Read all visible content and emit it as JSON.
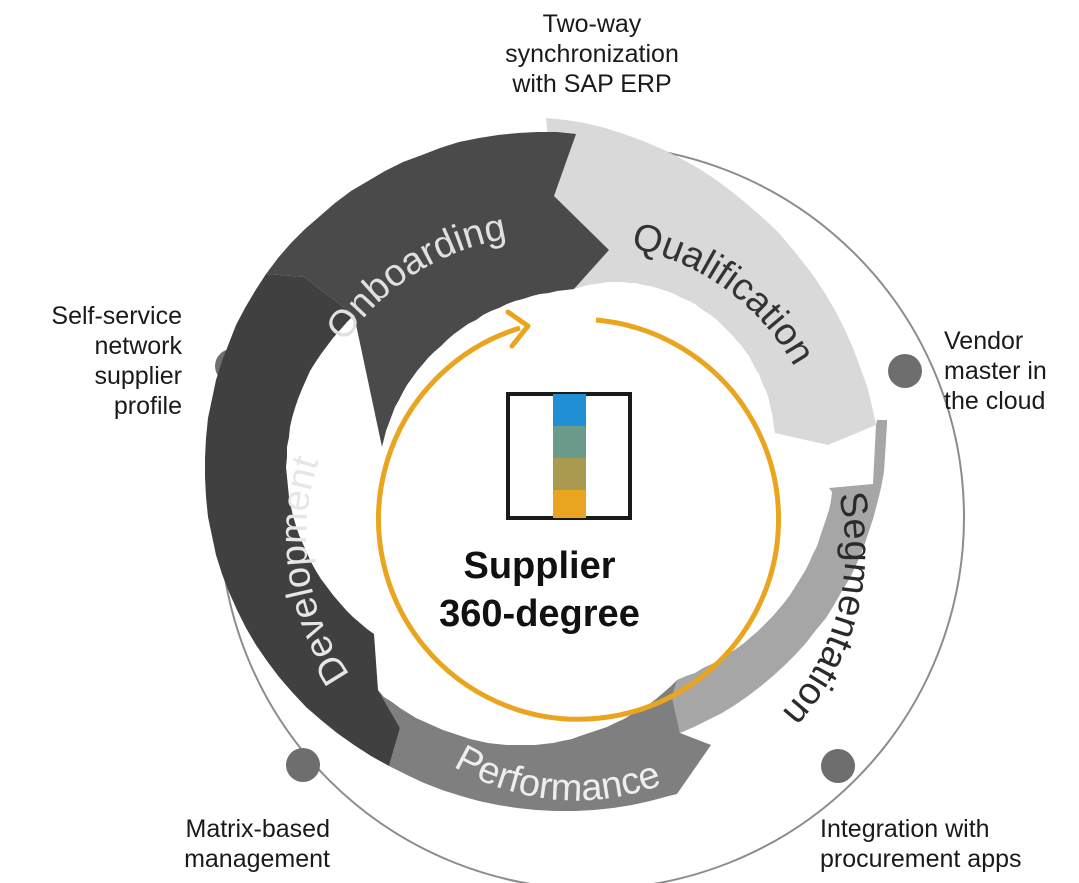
{
  "center": {
    "title_line1": "Supplier",
    "title_line2": "360-degree",
    "icon": "supplier-bar-icon",
    "icon_colors": [
      "#1f8fd6",
      "#6c9a8a",
      "#a89a4e",
      "#e9a51f"
    ]
  },
  "cycle_color": "#e9a51f",
  "phases": [
    {
      "label": "Onboarding",
      "color": "#4a4a4a",
      "text_color": "#e0e0e0"
    },
    {
      "label": "Qualification",
      "color": "#d9d9d9",
      "text_color": "#333333"
    },
    {
      "label": "Segmentation",
      "color": "#a6a6a6",
      "text_color": "#2a2a2a"
    },
    {
      "label": "Performance",
      "color": "#7f7f7f",
      "text_color": "#eeeeee"
    },
    {
      "label": "Development",
      "color": "#404040",
      "text_color": "#e6e6e6"
    }
  ],
  "outer_points": [
    {
      "id": "top",
      "lines": [
        "Two-way",
        "synchronization",
        "with SAP ERP"
      ]
    },
    {
      "id": "right",
      "lines": [
        "Vendor",
        "master in",
        "the cloud"
      ]
    },
    {
      "id": "bottom-right",
      "lines": [
        "Integration with",
        "procurement apps"
      ]
    },
    {
      "id": "bottom-left",
      "lines": [
        "Matrix-based",
        "management"
      ]
    },
    {
      "id": "left",
      "lines": [
        "Self-service",
        "network",
        "supplier",
        "profile"
      ]
    }
  ]
}
